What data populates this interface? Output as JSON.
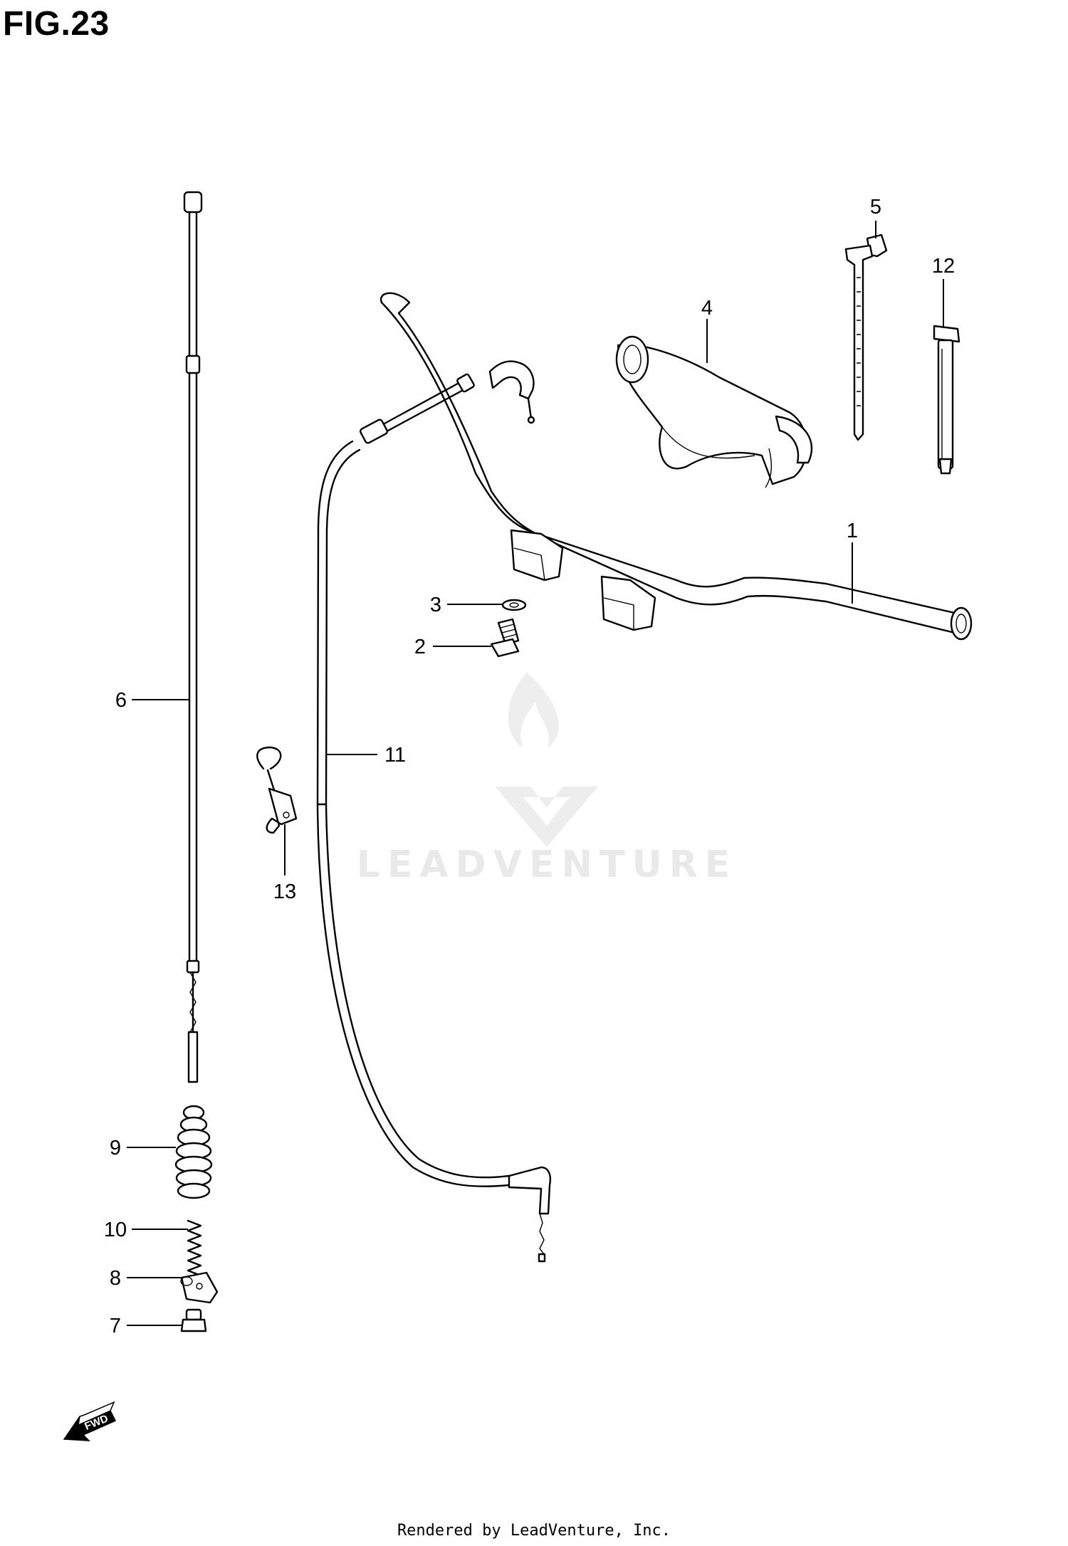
{
  "figure": {
    "title": "FIG.23",
    "footer": "Rendered by LeadVenture, Inc."
  },
  "watermark": {
    "text": "LEADVENTURE"
  },
  "fwd_arrow": {
    "label": "FWD"
  },
  "callouts": [
    {
      "number": "1",
      "part": "handlebar"
    },
    {
      "number": "2",
      "part": "bolt"
    },
    {
      "number": "3",
      "part": "washer"
    },
    {
      "number": "4",
      "part": "handlebar-cover-pad"
    },
    {
      "number": "5",
      "part": "cable-tie"
    },
    {
      "number": "6",
      "part": "cable"
    },
    {
      "number": "7",
      "part": "cable-end-nut"
    },
    {
      "number": "8",
      "part": "cable-adjuster-block"
    },
    {
      "number": "9",
      "part": "rubber-boot"
    },
    {
      "number": "10",
      "part": "spring"
    },
    {
      "number": "11",
      "part": "throttle-cable"
    },
    {
      "number": "12",
      "part": "cable-clamp-band"
    },
    {
      "number": "13",
      "part": "cable-clip"
    }
  ]
}
